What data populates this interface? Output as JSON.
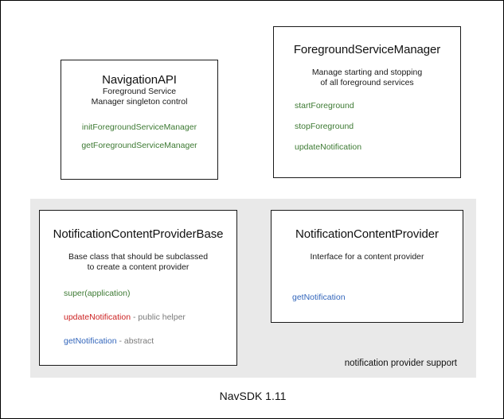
{
  "diagram": {
    "footer_caption": "NavSDK 1.11",
    "group": {
      "label": "notification provider support",
      "background": "#e9e9e9"
    },
    "colors": {
      "method_green": "#3d7a33",
      "method_red": "#cc2222",
      "method_blue": "#3366bb",
      "note_gray": "#7a7a7a",
      "box_border": "#1a1a1a",
      "text": "#111111"
    },
    "boxes": [
      {
        "id": "navigation-api",
        "title": "NavigationAPI",
        "description_lines": [
          "Foreground Service",
          "Manager singleton control"
        ],
        "methods": [
          {
            "name": "initForegroundServiceManager",
            "color": "green",
            "note": ""
          },
          {
            "name": "getForegroundServiceManager",
            "color": "green",
            "note": ""
          }
        ]
      },
      {
        "id": "foreground-service-manager",
        "title": "ForegroundServiceManager",
        "description_lines": [
          "Manage starting and stopping",
          "of all foreground services"
        ],
        "methods": [
          {
            "name": "startForeground",
            "color": "green",
            "note": ""
          },
          {
            "name": "stopForeground",
            "color": "green",
            "note": ""
          },
          {
            "name": "updateNotification",
            "color": "green",
            "note": ""
          }
        ]
      },
      {
        "id": "notification-content-provider-base",
        "title": "NotificationContentProviderBase",
        "description_lines": [
          "Base class that should be subclassed",
          "to create a content provider"
        ],
        "methods": [
          {
            "name": "super(application)",
            "color": "green",
            "note": ""
          },
          {
            "name": "updateNotification",
            "color": "red",
            "note": " - public helper"
          },
          {
            "name": "getNotification",
            "color": "blue",
            "note": " - abstract"
          }
        ]
      },
      {
        "id": "notification-content-provider",
        "title": "NotificationContentProvider",
        "description_lines": [
          "Interface for a content provider"
        ],
        "methods": [
          {
            "name": "getNotification",
            "color": "blue",
            "note": ""
          }
        ]
      }
    ]
  }
}
